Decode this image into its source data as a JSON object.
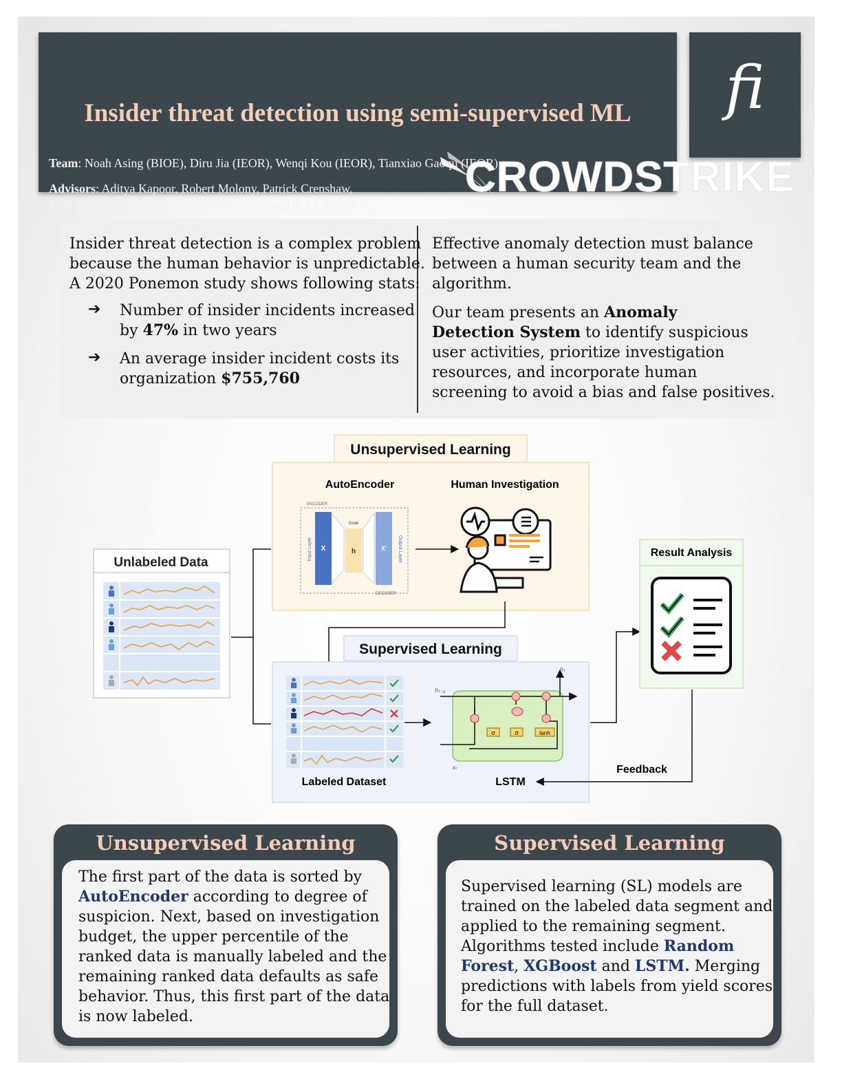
{
  "header": {
    "title": "Insider threat detection using semi-supervised ML",
    "team_label": "Team",
    "team": ": Noah Asing (BIOE), Diru Jia (IEOR), Wenqi Kou (IEOR), Tianxiao Gaoqu (IEOR)",
    "advisors_label": "Advisors",
    "advisors_line1": ": Aditya Kapoor, Robert Molony, Patrick Crenshaw,",
    "advisors_line2": "John Stringer, Mihaela Gaman, Aisha Asanova, Dr. T.I. Zohdi",
    "logo_text": "ﬁ",
    "sponsor": "CROWDSTRIKE"
  },
  "intro": {
    "left_line1": "Insider threat detection is a complex problem",
    "left_line2": "because the human behavior is unpredictable.",
    "left_line3": "A 2020 Ponemon study shows following stats:",
    "bullet_arrow": "➔",
    "bullet1_line1": "Number of insider incidents increased",
    "bullet1_pre": "by ",
    "bullet1_bold": "47%",
    "bullet1_post": " in two years",
    "bullet2_line1": "An average insider incident costs its",
    "bullet2_pre": "organization ",
    "bullet2_bold": "$755,760",
    "right_line1": "Effective anomaly detection must balance",
    "right_line2": "between a human security team and the",
    "right_line3": "algorithm.",
    "right2_pre": "Our team presents an ",
    "right2_bold1": "Anomaly",
    "right2_bold2": "Detection System",
    "right2_post": " to identify suspicious",
    "right2_line3": "user activities, prioritize investigation",
    "right2_line4": "resources, and incorporate human",
    "right2_line5": "screening to avoid a bias and false positives."
  },
  "diagram": {
    "unsupervised_title": "Unsupervised Learning",
    "autoencoder": "AutoEncoder",
    "human_investigation": "Human Investigation",
    "unlabeled_data": "Unlabeled Data",
    "result_analysis": "Result Analysis",
    "supervised_title": "Supervised Learning",
    "labeled_dataset": "Labeled Dataset",
    "lstm": "LSTM",
    "feedback": "Feedback",
    "ae_encoder": "ENCODER",
    "ae_decoder": "DECODER",
    "ae_code": "Code",
    "ae_input_layer": "Input Layer",
    "ae_output_layer": "Output Layer",
    "ae_x": "X",
    "ae_h": "h",
    "ae_xprime": "X'",
    "lstm_sigma": "σ",
    "lstm_tanh": "tanh",
    "lstm_ht": "hₜ",
    "lstm_htm1": "hₜ₋₁",
    "lstm_xt": "xₜ",
    "dots": "...",
    "row_status": [
      "check",
      "check",
      "cross",
      "check",
      "none",
      "check"
    ],
    "colors": {
      "orange_box": "#fdf6e8",
      "blue_box": "#eef3fb",
      "green_box": "#f1f8ee",
      "lstm_cell": "#d8f0c0"
    }
  },
  "unsup_panel": {
    "title": "Unsupervised Learning",
    "l1": "The first part of the data is sorted by",
    "l2_hl": "AutoEncoder",
    "l2_rest": " according to degree of",
    "l3": "suspicion. Next, based on investigation",
    "l4": "budget, the upper percentile of the",
    "l5": "ranked data is manually labeled and the",
    "l6": "remaining ranked data defaults as safe",
    "l7": "behavior. Thus, this first part of the data",
    "l8": "is now labeled."
  },
  "sup_panel": {
    "title": "Supervised Learning",
    "l1": "Supervised learning (SL) models are",
    "l2": "trained on the labeled data segment and",
    "l3": "applied to the remaining segment.",
    "l4_pre": "Algorithms tested include ",
    "l4_hl": "Random",
    "l5_hl1": "Forest",
    "l5_mid": ", ",
    "l5_hl2": "XGBoost",
    "l5_and": " and ",
    "l5_hl3": "LSTM.",
    "l5_post": " Merging",
    "l6": "predictions with labels from yield scores",
    "l7": "for the full dataset."
  }
}
